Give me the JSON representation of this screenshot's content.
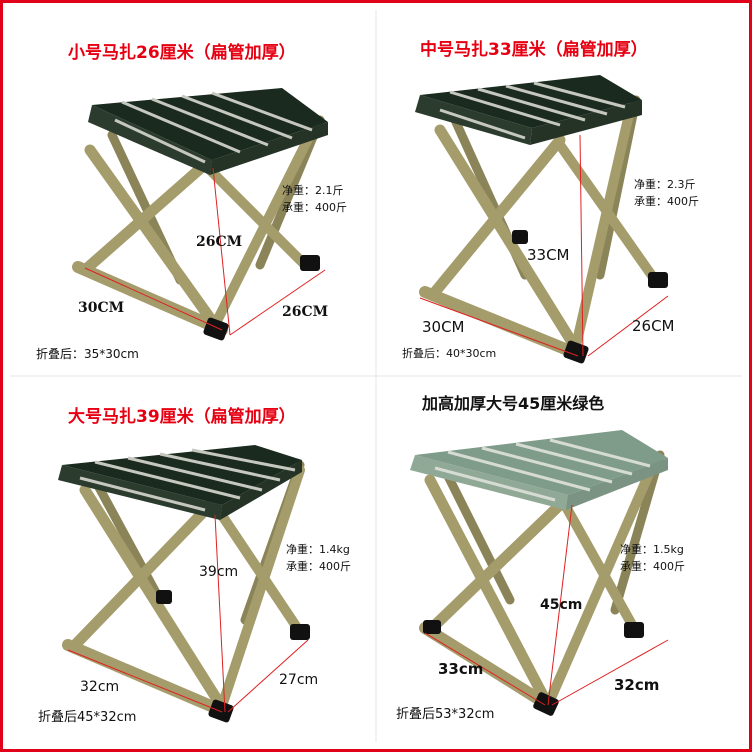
{
  "panels": [
    {
      "title": "小号马扎26厘米（扁管加厚）",
      "spec_weight": "净重：2.1斤",
      "spec_load": "承重：400斤",
      "dim_height": "26CM",
      "dim_width": "30CM",
      "dim_depth": "26CM",
      "folded": "折叠后：35*30cm"
    },
    {
      "title": "中号马扎33厘米（扁管加厚）",
      "spec_weight": "净重：2.3斤",
      "spec_load": "承重：400斤",
      "dim_height": "33CM",
      "dim_width": "30CM",
      "dim_depth": "26CM",
      "folded": "折叠后：40*30cm"
    },
    {
      "title": "大号马扎39厘米（扁管加厚）",
      "spec_weight": "净重：1.4kg",
      "spec_load": "承重：400斤",
      "dim_height": "39cm",
      "dim_width": "32cm",
      "dim_depth": "27cm",
      "folded": "折叠后45*32cm"
    },
    {
      "title": "加高加厚大号45厘米绿色",
      "spec_weight": "净重：1.5kg",
      "spec_load": "承重：400斤",
      "dim_height": "45cm",
      "dim_width": "33cm",
      "dim_depth": "32cm",
      "folded": "折叠后53*32cm"
    }
  ],
  "colors": {
    "frame_border": "#e0001a",
    "title_red": "#e60012",
    "seat_dark": "#1a2a1e",
    "seat_green": "#7f9b8a",
    "tube": "#9c9466",
    "measure_line": "#e02020"
  }
}
